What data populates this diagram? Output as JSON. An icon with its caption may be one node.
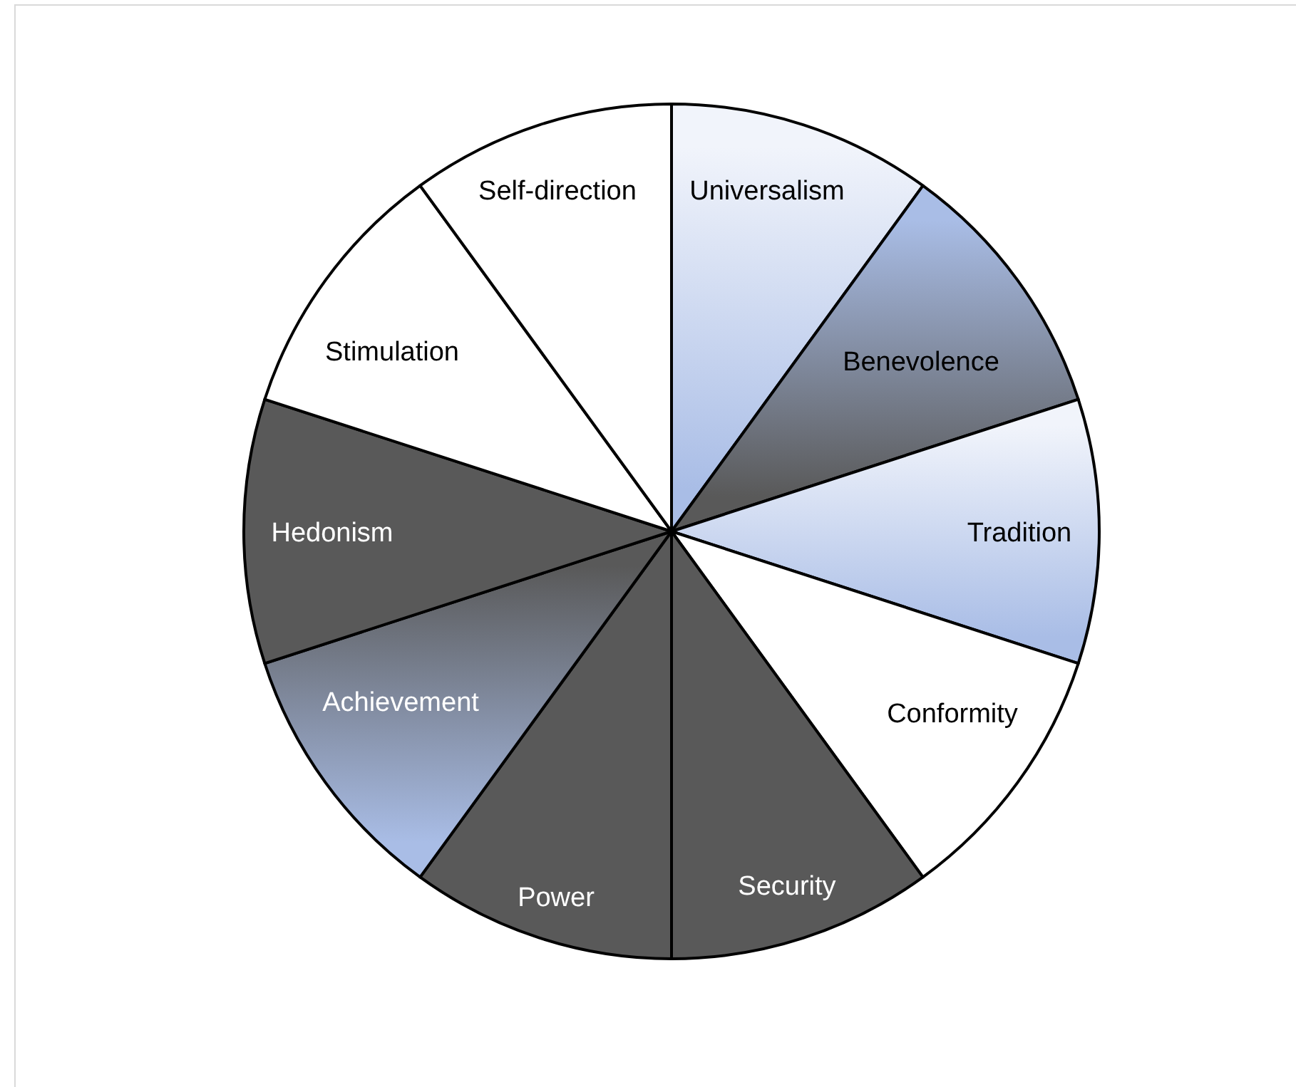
{
  "diagram": {
    "nodes": [
      {
        "text": [
          "Universalism"
        ]
      },
      {
        "text": [
          "Benevolence"
        ]
      },
      {
        "text": [
          "Tradition"
        ]
      },
      {
        "text": [
          "Conformity"
        ]
      },
      {
        "text": [
          "Security"
        ]
      },
      {
        "text": [
          "Power"
        ]
      },
      {
        "text": [
          "Achievement"
        ]
      },
      {
        "text": [
          "Hedonism"
        ]
      },
      {
        "text": [
          "Stimulation"
        ]
      },
      {
        "text": [
          "Self-direction"
        ]
      }
    ]
  }
}
